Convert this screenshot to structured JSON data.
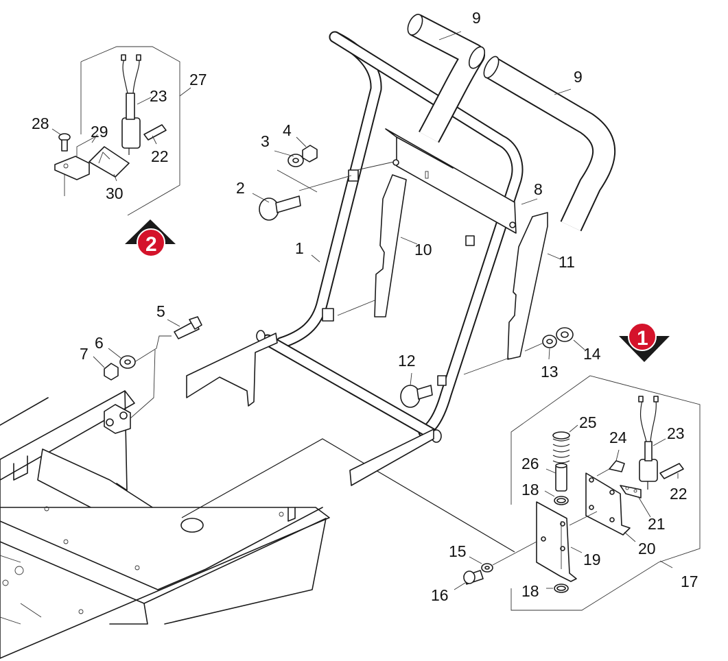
{
  "diagram": {
    "labels": [
      "1",
      "2",
      "3",
      "4",
      "5",
      "6",
      "7",
      "8",
      "9",
      "9",
      "10",
      "11",
      "12",
      "13",
      "14",
      "15",
      "16",
      "17",
      "18",
      "18",
      "19",
      "20",
      "21",
      "22",
      "22",
      "23",
      "23",
      "24",
      "25",
      "26",
      "27",
      "28",
      "29",
      "30"
    ],
    "markers": [
      {
        "number": "1",
        "direction": "down",
        "color": "#d4132b"
      },
      {
        "number": "2",
        "direction": "up",
        "color": "#d4132b"
      }
    ]
  }
}
